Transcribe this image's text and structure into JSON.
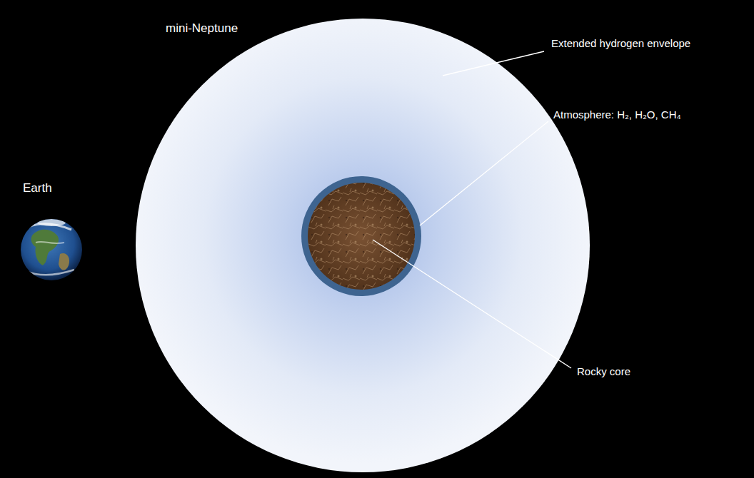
{
  "diagram": {
    "labels": [
      "mini-Neptune",
      "Earth",
      "Extended hydrogen envelope",
      "Atmosphere: H₂, H₂O, CH₄",
      "Rocky core"
    ]
  }
}
